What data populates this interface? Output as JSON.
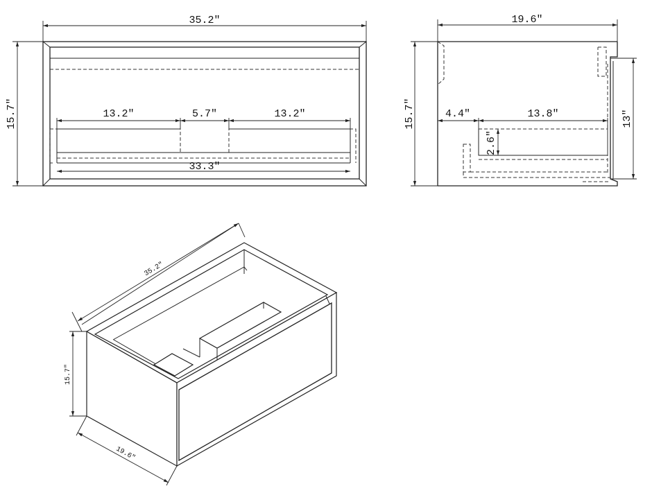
{
  "front_view": {
    "width": "35.2″",
    "height": "15.7″",
    "left_drawer": "13.2″",
    "gap": "5.7″",
    "right_drawer": "13.2″",
    "inner_width": "33.3″"
  },
  "side_view": {
    "depth": "19.6″",
    "height": "15.7″",
    "offset": "4.4″",
    "drawer_depth": "13.8″",
    "drawer_height": "2.6″",
    "back_height": "13″"
  },
  "iso_view": {
    "width": "35.2″",
    "height": "15.7″",
    "depth": "19.6″"
  }
}
